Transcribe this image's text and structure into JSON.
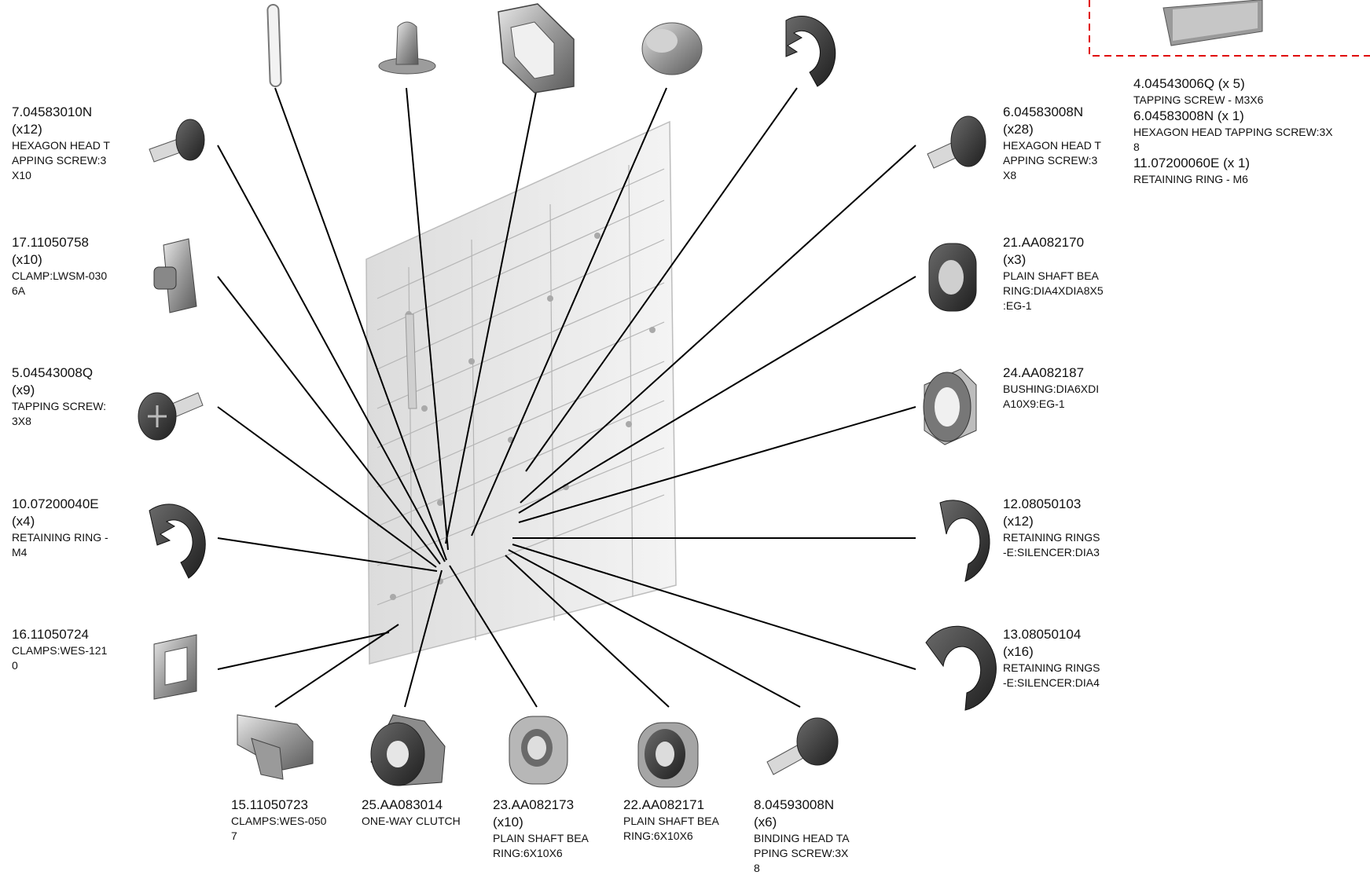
{
  "colors": {
    "line": "#000000",
    "part": "#8a8a8a",
    "part_dark": "#3b3b3b",
    "assembly": "#c9c9c9",
    "inset_border": "#e00000"
  },
  "parts": [
    {
      "id": "p7",
      "number": "7.04583010N",
      "qty": "(x12)",
      "desc": [
        "HEXAGON HEAD T",
        "APPING SCREW:3",
        "X10"
      ],
      "icon": "hex-screw-icon"
    },
    {
      "id": "p17",
      "number": "17.11050758",
      "qty": "(x10)",
      "desc": [
        "CLAMP:LWSM-030",
        "6A"
      ],
      "icon": "clamp-icon"
    },
    {
      "id": "p5",
      "number": "5.04543008Q",
      "qty": "(x9)",
      "desc": [
        "TAPPING SCREW:",
        "3X8"
      ],
      "icon": "tapping-screw-icon"
    },
    {
      "id": "p10",
      "number": "10.07200040E",
      "qty": "(x4)",
      "desc": [
        "RETAINING RING -",
        "M4"
      ],
      "icon": "retaining-ring-icon"
    },
    {
      "id": "p16",
      "number": "16.11050724",
      "qty": "",
      "desc": [
        "CLAMPS:WES-121",
        "0"
      ],
      "icon": "clamp-frame-icon"
    },
    {
      "id": "p6",
      "number": "6.04583008N",
      "qty": "(x28)",
      "desc": [
        "HEXAGON HEAD T",
        "APPING SCREW:3",
        "X8"
      ],
      "icon": "hex-screw-icon"
    },
    {
      "id": "p21",
      "number": "21.AA082170",
      "qty": "(x3)",
      "desc": [
        "PLAIN SHAFT BEA",
        "RING:DIA4XDIA8X5",
        ":EG-1"
      ],
      "icon": "bearing-icon"
    },
    {
      "id": "p24",
      "number": "24.AA082187",
      "qty": "",
      "desc": [
        "BUSHING:DIA6XDI",
        "A10X9:EG-1"
      ],
      "icon": "bushing-icon"
    },
    {
      "id": "p12",
      "number": "12.08050103",
      "qty": "(x12)",
      "desc": [
        "RETAINING RINGS",
        "-E:SILENCER:DIA3"
      ],
      "icon": "silencer-ring-icon"
    },
    {
      "id": "p13",
      "number": "13.08050104",
      "qty": "(x16)",
      "desc": [
        "RETAINING RINGS",
        "-E:SILENCER:DIA4"
      ],
      "icon": "silencer-ring-icon"
    },
    {
      "id": "p15",
      "number": "15.11050723",
      "qty": "",
      "desc": [
        "CLAMPS:WES-050",
        "7"
      ],
      "icon": "wire-clamp-icon"
    },
    {
      "id": "p25",
      "number": "25.AA083014",
      "qty": "",
      "desc": [
        "ONE-WAY CLUTCH"
      ],
      "icon": "clutch-icon"
    },
    {
      "id": "p23",
      "number": "23.AA082173",
      "qty": "(x10)",
      "desc": [
        "PLAIN SHAFT BEA",
        "RING:6X10X6"
      ],
      "icon": "bearing-icon"
    },
    {
      "id": "p22",
      "number": "22.AA082171",
      "qty": "",
      "desc": [
        "PLAIN SHAFT BEA",
        "RING:6X10X6"
      ],
      "icon": "bearing-icon"
    },
    {
      "id": "p8",
      "number": "8.04593008N",
      "qty": "(x6)",
      "desc": [
        "BINDING HEAD TA",
        "PPING SCREW:3X",
        "8"
      ],
      "icon": "binding-screw-icon"
    }
  ],
  "inset": [
    {
      "number": "4.04543006Q (x 5)",
      "desc": [
        "TAPPING SCREW - M3X6"
      ]
    },
    {
      "number": "6.04583008N (x 1)",
      "desc": [
        "HEXAGON HEAD TAPPING SCREW:3X",
        "8"
      ]
    },
    {
      "number": "11.07200060E (x 1)",
      "desc": [
        "RETAINING RING - M6"
      ]
    }
  ],
  "top_icons": [
    "spring-pin-icon",
    "stud-icon",
    "bracket-clip-icon",
    "knob-icon",
    "retaining-ring-icon"
  ]
}
